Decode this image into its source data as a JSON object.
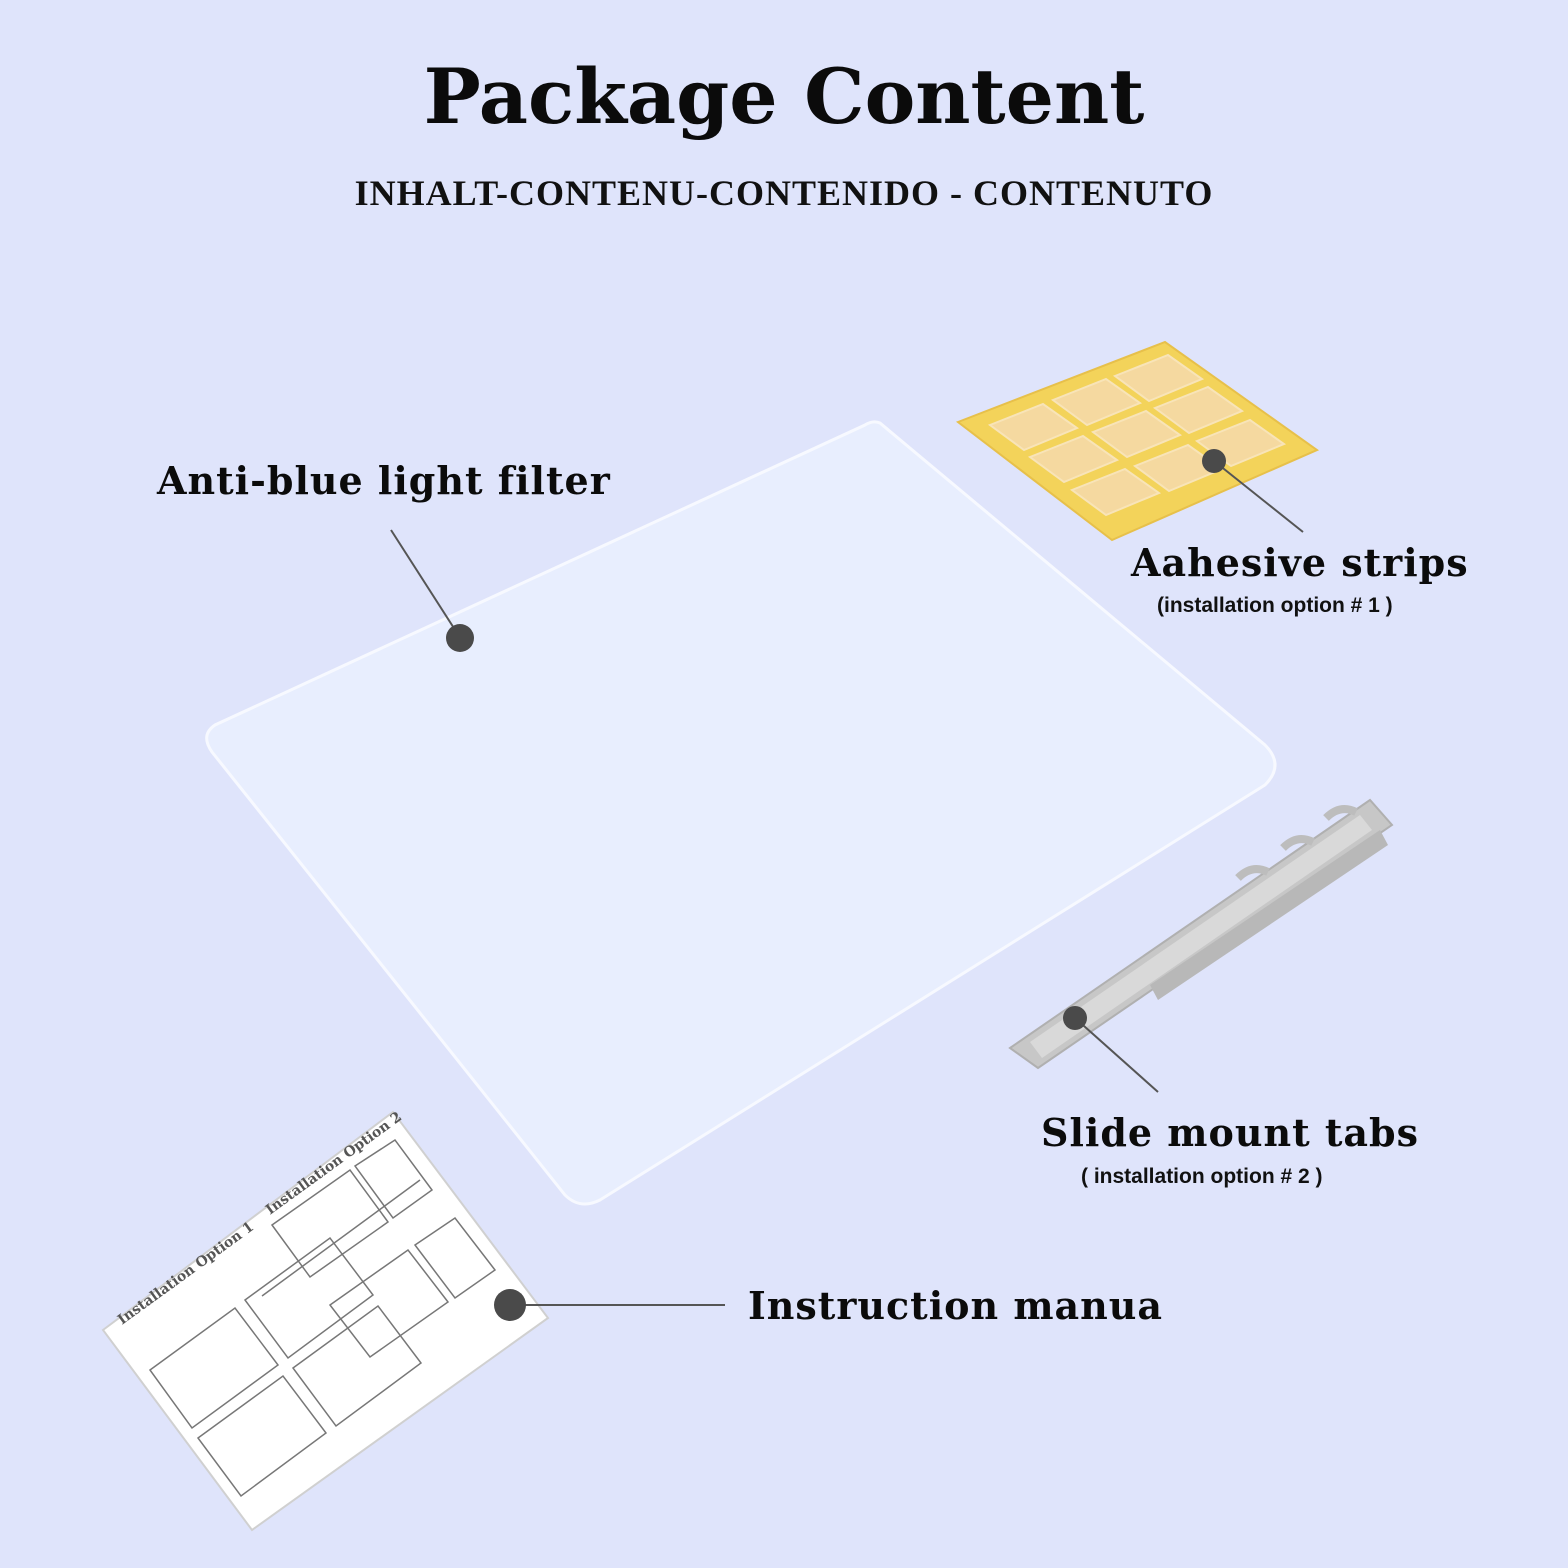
{
  "header": {
    "title": "Package Content",
    "subtitle": "INHALT-CONTENU-CONTENIDO - CONTENUTO"
  },
  "items": {
    "filter": {
      "label": "Anti-blue light filter"
    },
    "adhesive": {
      "label": "Aahesive strips",
      "note": "(installation option # 1 )"
    },
    "slide": {
      "label": "Slide mount tabs",
      "note": "( installation option # 2 )"
    },
    "manual": {
      "label": "Instruction manua",
      "option1": "Installation Option 1",
      "option2": "Installation Option 2"
    }
  },
  "colors": {
    "background": "#dfe4fb",
    "filter_sheet": "#e8eefe",
    "adhesive_yellow": "#f3d35a",
    "tab_silver": "#c9c9c9",
    "marker_dot": "#4a4a4a"
  }
}
